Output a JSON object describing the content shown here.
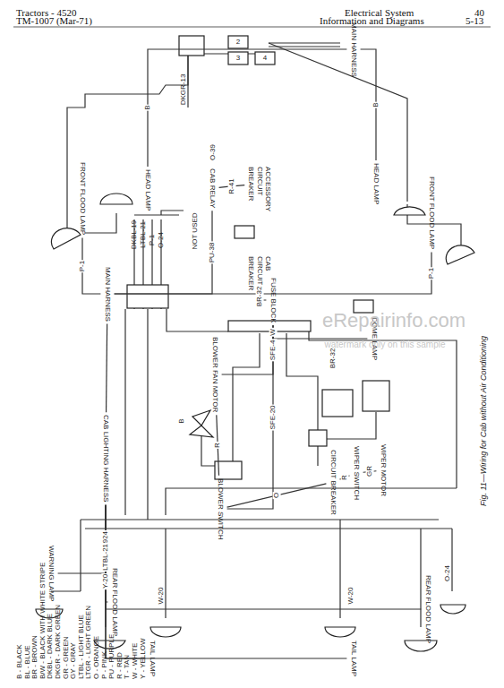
{
  "diagram": {
    "caption": "Fig. 11—Wiring for Cab without Air Conditioning",
    "nodes": [
      {
        "text": [
          "HEAD LAMP"
        ]
      },
      {
        "text": [
          "FRONT FLOOD LAMP"
        ]
      },
      {
        "text": [
          "MAIN HARNESS"
        ]
      },
      {
        "text": [
          "CAB RELAY"
        ]
      },
      {
        "text": [
          "ACCESSORY CIRCUIT BREAKER"
        ]
      },
      {
        "text": [
          "CAB CIRCUIT BREAKER"
        ]
      },
      {
        "text": [
          "HEAD LAMP"
        ]
      },
      {
        "text": [
          "FRONT FLOOD LAMP"
        ]
      },
      {
        "text": [
          "MAIN HARNESS"
        ]
      },
      {
        "text": [
          "FUSE BLOCK"
        ]
      },
      {
        "text": [
          "DOME LAMP"
        ]
      },
      {
        "text": [
          "BLOWER FAN MOTOR"
        ]
      },
      {
        "text": [
          "BLOWER SWITCH"
        ]
      },
      {
        "text": [
          "CIRCUIT BREAKER"
        ]
      },
      {
        "text": [
          "WIPER SWITCH"
        ]
      },
      {
        "text": [
          "WIPER MOTOR"
        ]
      },
      {
        "text": [
          "CAB LIGHTING HARNESS"
        ]
      },
      {
        "text": [
          "WARNING LAMP"
        ]
      },
      {
        "text": [
          "REAR FLOOD LAMP"
        ]
      },
      {
        "text": [
          "TAIL LAMP"
        ]
      },
      {
        "text": [
          "TAIL LAMP"
        ]
      },
      {
        "text": [
          "REAR FLOOD LAMP"
        ]
      }
    ],
    "edges": [
      {
        "from": 0,
        "to": 2,
        "arrow": "none",
        "label": "B"
      },
      {
        "from": 6,
        "to": 2,
        "arrow": "none",
        "label": "B"
      },
      {
        "from": 1,
        "to": 8,
        "arrow": "none",
        "label": "P-1"
      },
      {
        "from": 7,
        "to": 8,
        "arrow": "none",
        "label": "P-1"
      },
      {
        "from": 3,
        "to": 4,
        "arrow": "none",
        "label": "R-41"
      },
      {
        "from": 3,
        "to": 8,
        "arrow": "none",
        "label": "PU-38"
      },
      {
        "from": 5,
        "to": 9,
        "arrow": "none",
        "label": "BR-32"
      },
      {
        "from": 9,
        "to": 10,
        "arrow": "none",
        "label": "W"
      },
      {
        "from": 9,
        "to": 11,
        "arrow": "none",
        "label": "SFE-4"
      },
      {
        "from": 9,
        "to": 12,
        "arrow": "none",
        "label": "SFE-20"
      },
      {
        "from": 11,
        "to": 12,
        "arrow": "none",
        "label": "R"
      },
      {
        "from": 12,
        "to": 13,
        "arrow": "none",
        "label": "O"
      },
      {
        "from": 13,
        "to": 14,
        "arrow": "none",
        "label": "R"
      },
      {
        "from": 14,
        "to": 15,
        "arrow": "none",
        "label": "GR"
      },
      {
        "from": 8,
        "to": 16,
        "arrow": "none"
      },
      {
        "from": 16,
        "to": 17,
        "arrow": "none",
        "label": "O-24"
      },
      {
        "from": 16,
        "to": 18,
        "arrow": "none",
        "label": "DKBL-19"
      },
      {
        "from": 16,
        "to": 19,
        "arrow": "none",
        "label": "Y-20"
      },
      {
        "from": 16,
        "to": 20,
        "arrow": "none",
        "label": "Y-20"
      },
      {
        "from": 16,
        "to": 21,
        "arrow": "none",
        "label": "LTBL-21"
      }
    ],
    "labels": [
      "Tractors - 4520",
      "TM-1007 (Mar-71)",
      "Electrical System",
      "Information and Diagrams",
      "40",
      "5-13",
      "DKGR-13",
      "O-39",
      "NOT USED",
      "DKBL-19",
      "LTBL-21",
      "P-1",
      "O-24",
      "BR-32",
      "2",
      "3",
      "4",
      "B",
      "W-20",
      "W-20",
      "O-24",
      "eRepairinfo.com",
      "watermark only on this sample",
      "B - BLACK",
      "BL - BLUE",
      "BR - BROWN",
      "B/W - BLACK WITH WHITE STRIPE",
      "DKBL - DARK BLUE",
      "DKGR - DARK GREEN",
      "GR - GREEN",
      "GY - GRAY",
      "LTBL - LIGHT BLUE",
      "LTGR - LIGHT GREEN",
      "O - ORANGE",
      "P - PINK",
      "PU - PURPLE",
      "R - RED",
      "T - TAN",
      "W - WHITE",
      "Y - YELLOW"
    ]
  }
}
